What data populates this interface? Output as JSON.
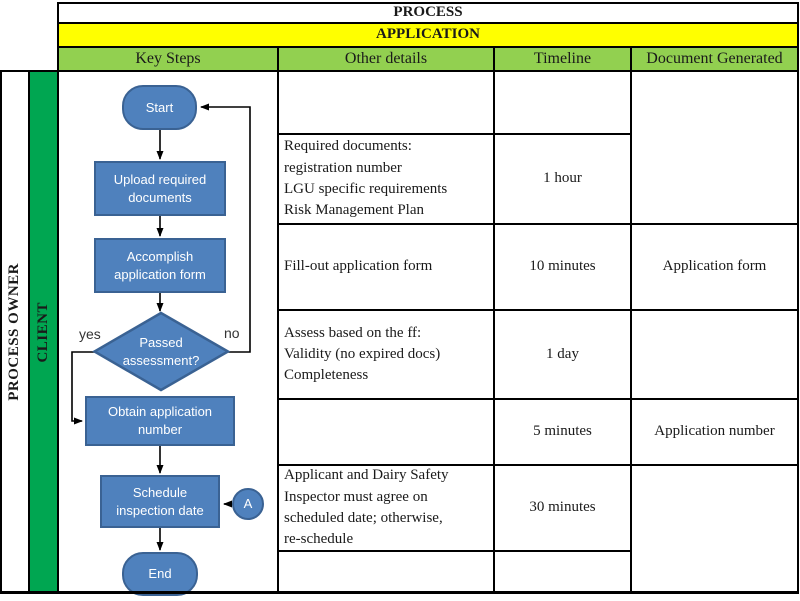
{
  "header": {
    "process_label": "PROCESS",
    "application_label": "APPLICATION",
    "columns": {
      "key_steps": "Key Steps",
      "other_details": "Other details",
      "timeline": "Timeline",
      "document_generated": "Document Generated"
    }
  },
  "sidebar": {
    "process_owner": "PROCESS OWNER",
    "client": "CLIENT"
  },
  "flowchart": {
    "start": "Start",
    "upload": "Upload required documents",
    "accomplish": "Accomplish application form",
    "decision": "Passed assessment?",
    "yes_label": "yes",
    "no_label": "no",
    "obtain": "Obtain application number",
    "schedule": "Schedule inspection date",
    "connector": "A",
    "end": "End"
  },
  "table": {
    "other_details": [
      "",
      "Required documents:\nregistration number\nLGU specific requirements\nRisk Management Plan",
      "Fill-out application form",
      "Assess based on the ff:\nValidity (no expired docs)\nCompleteness",
      "",
      "Applicant and Dairy Safety\nInspector must agree on\nscheduled date; otherwise,\nre-schedule",
      ""
    ],
    "timeline": [
      "",
      "1 hour",
      "10 minutes",
      "1 day",
      "5 minutes",
      "30 minutes",
      ""
    ],
    "documents": [
      "",
      "Application form",
      "",
      "Application number",
      ""
    ]
  },
  "colors": {
    "app_yellow": "#FFFF00",
    "header_green": "#92D050",
    "client_green": "#00A651",
    "shape_blue": "#4F81BD",
    "shape_border": "#3A6293"
  }
}
